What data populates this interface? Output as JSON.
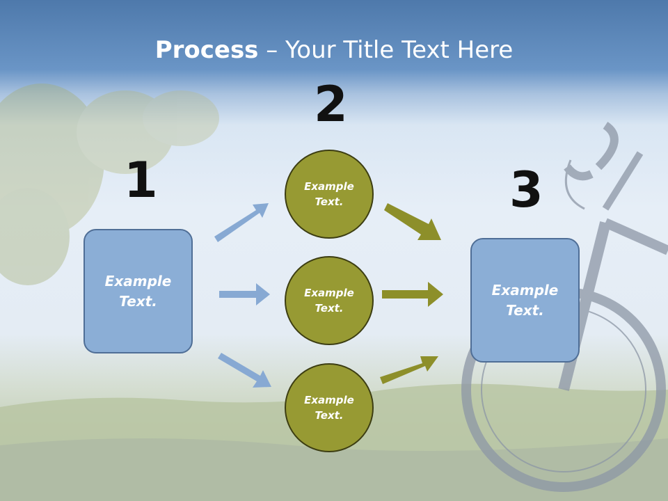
{
  "title": {
    "bold": "Process",
    "rest": " – Your Title Text Here"
  },
  "steps": [
    {
      "number": "1",
      "text": "Example\nText."
    },
    {
      "number": "2"
    },
    {
      "number": "3",
      "text": "Example\nText."
    }
  ],
  "circles": [
    {
      "text": "Example\nText."
    },
    {
      "text": "Example\nText."
    },
    {
      "text": "Example\nText."
    }
  ],
  "colors": {
    "box_fill": "#8baed6",
    "circle_fill": "#979a33",
    "blue_arrow": "#87a9d3",
    "olive_arrow": "#8d8f2a"
  }
}
